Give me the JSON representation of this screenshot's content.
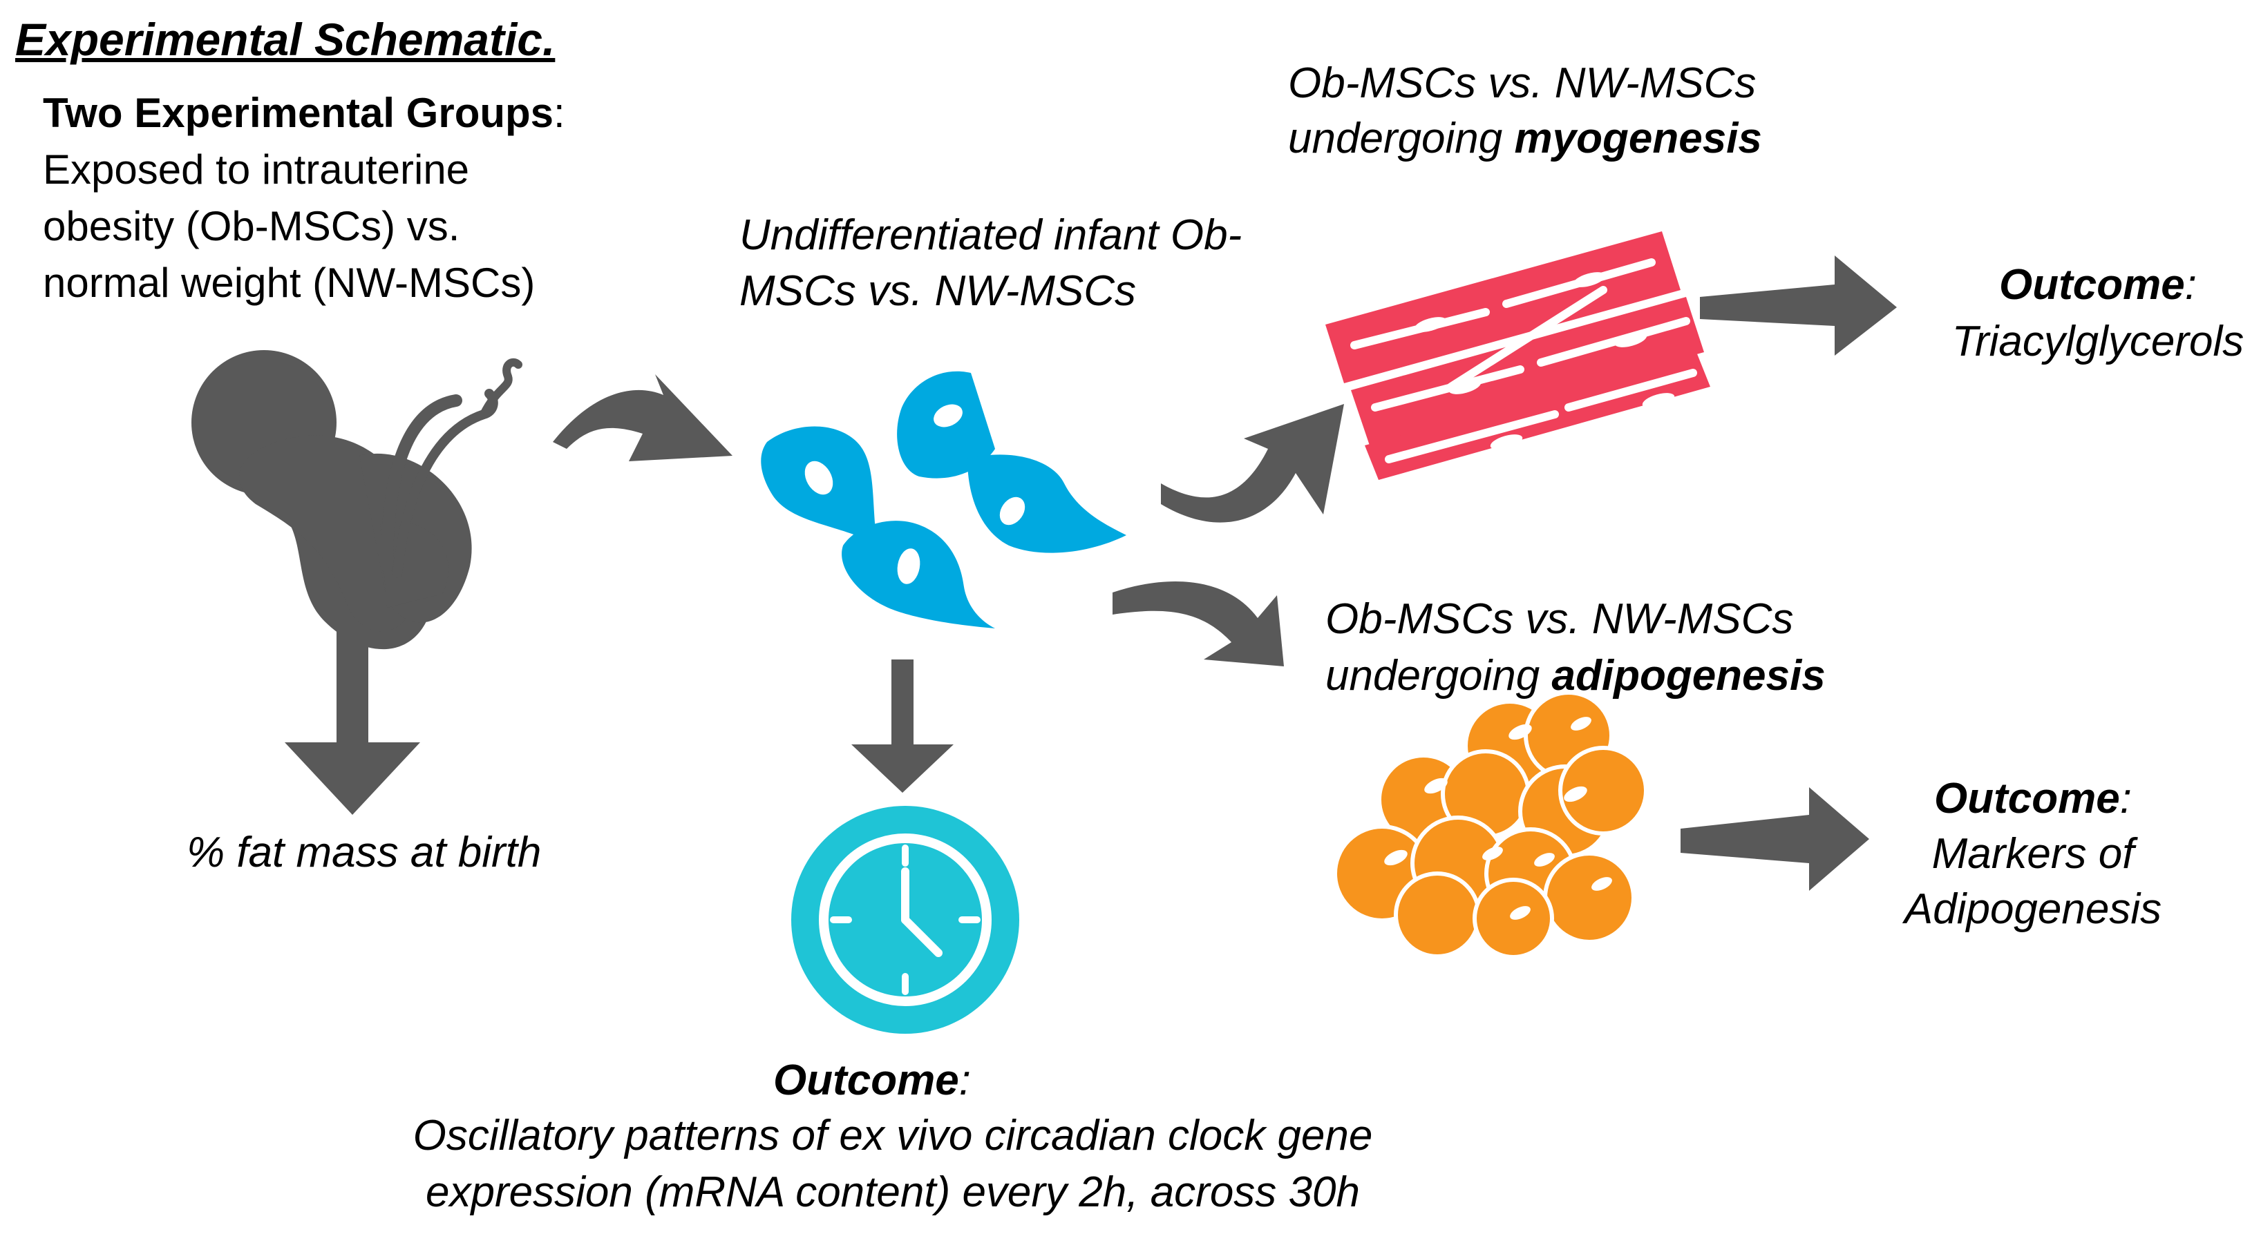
{
  "title": "Experimental Schematic.",
  "groups": {
    "heading": "Two Experimental Groups",
    "heading_suffix": ":",
    "line1": "Exposed to intrauterine",
    "line2": "obesity (Ob-MSCs) vs.",
    "line3": "normal weight (NW-MSCs)"
  },
  "fat_mass": "% fat mass at birth",
  "undiff": {
    "line1": "Undifferentiated infant Ob-",
    "line2": "MSCs vs. NW-MSCs"
  },
  "myo": {
    "line1": "Ob-MSCs vs. NW-MSCs",
    "line2_prefix": "undergoing ",
    "line2_bold": "myogenesis"
  },
  "adipo": {
    "line1": "Ob-MSCs vs. NW-MSCs",
    "line2_prefix": "undergoing ",
    "line2_bold": "adipogenesis"
  },
  "outcome_myo": {
    "label": "Outcome",
    "colon": ":",
    "text": "Triacylglycerols"
  },
  "outcome_adipo": {
    "label": "Outcome",
    "colon": ":",
    "line1": "Markers of",
    "line2": "Adipogenesis"
  },
  "outcome_clock": {
    "label": "Outcome",
    "colon": ":",
    "line1": "Oscillatory patterns of ex vivo circadian clock gene",
    "line2": "expression (mRNA content) every 2h, across 30h"
  },
  "colors": {
    "arrow": "#595959",
    "fetus": "#595959",
    "cells": "#00a9e0",
    "muscle": "#f0405a",
    "fat": "#f7941d",
    "clock": "#1fc4d6"
  },
  "icons": [
    "fetus-icon",
    "stem-cells-icon",
    "muscle-fiber-icon",
    "adipocytes-icon",
    "clock-icon"
  ]
}
